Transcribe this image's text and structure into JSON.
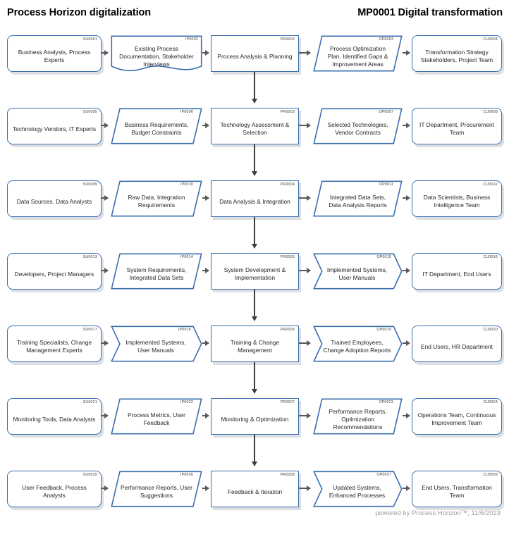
{
  "header": {
    "title_left": "Process Horizon digitalization",
    "title_right": "MP0001 Digital transformation"
  },
  "footer": {
    "text": "powered by Process Horizon™, 11/6/2023"
  },
  "colors": {
    "shape_border": "#3a6fb0",
    "shape_fill": "#ffffff",
    "arrow": "#595959",
    "text": "#262626",
    "footer_text": "#9c9c9c"
  },
  "diagram": {
    "type": "sipoc-process-flow",
    "column_count": 5,
    "rows": [
      {
        "supplier": {
          "code": "SU0001",
          "shape": "rounded-rectangle",
          "label": "Business Analysts, Process Experts"
        },
        "input": {
          "code": "IP0002",
          "shape": "document",
          "label": "Existing Process Documentation, Stakeholder Interviews"
        },
        "process": {
          "code": "PR0002",
          "shape": "rectangle",
          "label": "Process Analysis & Planning"
        },
        "output": {
          "code": "OP0003",
          "shape": "parallelogram",
          "label": "Process Optimization Plan, Identified Gaps & Improvement Areas"
        },
        "customer": {
          "code": "CU0004",
          "shape": "rounded-rectangle",
          "label": "Transformation Strategy Stakeholders, Project Team"
        }
      },
      {
        "supplier": {
          "code": "SU0005",
          "shape": "rounded-rectangle",
          "label": "Technology Vendors, IT Experts"
        },
        "input": {
          "code": "IP0006",
          "shape": "parallelogram",
          "label": "Business Requirements, Budget Constraints"
        },
        "process": {
          "code": "PR0003",
          "shape": "rectangle",
          "label": "Technology Assessment & Selection"
        },
        "output": {
          "code": "OP0007",
          "shape": "parallelogram",
          "label": "Selected Technologies, Vendor Contracts"
        },
        "customer": {
          "code": "CU0008",
          "shape": "rounded-rectangle",
          "label": "IT Department, Procurement Team"
        }
      },
      {
        "supplier": {
          "code": "SU0009",
          "shape": "rounded-rectangle",
          "label": "Data Sources, Data Analysts"
        },
        "input": {
          "code": "IP0010",
          "shape": "parallelogram",
          "label": "Raw Data, Integration Requirements"
        },
        "process": {
          "code": "PR0004",
          "shape": "rectangle",
          "label": "Data Analysis & Integration"
        },
        "output": {
          "code": "OP0011",
          "shape": "parallelogram",
          "label": "Integrated Data Sets, Data Analysis Reports"
        },
        "customer": {
          "code": "CU0012",
          "shape": "rounded-rectangle",
          "label": "Data Scientists, Business Intelligence Team"
        }
      },
      {
        "supplier": {
          "code": "SU0013",
          "shape": "rounded-rectangle",
          "label": "Developers, Project Managers"
        },
        "input": {
          "code": "IP0014",
          "shape": "parallelogram",
          "label": "System Requirements, Integrated Data Sets"
        },
        "process": {
          "code": "PR0005",
          "shape": "rectangle",
          "label": "System Development & Implementation"
        },
        "output": {
          "code": "OP0015",
          "shape": "chevron",
          "label": "Implemented Systems, User Manuals"
        },
        "customer": {
          "code": "CU0016",
          "shape": "rounded-rectangle",
          "label": "IT Department, End Users"
        }
      },
      {
        "supplier": {
          "code": "SU0017",
          "shape": "rounded-rectangle",
          "label": "Training Specialists, Change Management Experts"
        },
        "input": {
          "code": "IP0018",
          "shape": "chevron",
          "label": "Implemented Systems, User Manuals"
        },
        "process": {
          "code": "PR0006",
          "shape": "rectangle",
          "label": "Training & Change Management"
        },
        "output": {
          "code": "OP0019",
          "shape": "chevron",
          "label": "Trained Employees, Change Adoption Reports"
        },
        "customer": {
          "code": "CU0020",
          "shape": "rounded-rectangle",
          "label": "End Users, HR Department"
        }
      },
      {
        "supplier": {
          "code": "SU0021",
          "shape": "rounded-rectangle",
          "label": "Monitoring Tools, Data Analysts"
        },
        "input": {
          "code": "IP0022",
          "shape": "parallelogram",
          "label": "Process Metrics, User Feedback"
        },
        "process": {
          "code": "PR0007",
          "shape": "rectangle",
          "label": "Monitoring & Optimization"
        },
        "output": {
          "code": "OP0023",
          "shape": "parallelogram",
          "label": "Performance Reports, Optimization Recommendations"
        },
        "customer": {
          "code": "CU0024",
          "shape": "rounded-rectangle",
          "label": "Operations Team, Continuous Improvement Team"
        }
      },
      {
        "supplier": {
          "code": "SU0025",
          "shape": "rounded-rectangle",
          "label": "User Feedback, Process Analysts"
        },
        "input": {
          "code": "IP0026",
          "shape": "parallelogram",
          "label": "Performance Reports, User Suggestions"
        },
        "process": {
          "code": "PR0008",
          "shape": "rectangle",
          "label": "Feedback & Iteration"
        },
        "output": {
          "code": "OP0027",
          "shape": "chevron",
          "label": "Updated Systems, Enhanced Processes"
        },
        "customer": {
          "code": "CU0028",
          "shape": "rounded-rectangle",
          "label": "End Users, Transformation Team"
        }
      }
    ]
  }
}
